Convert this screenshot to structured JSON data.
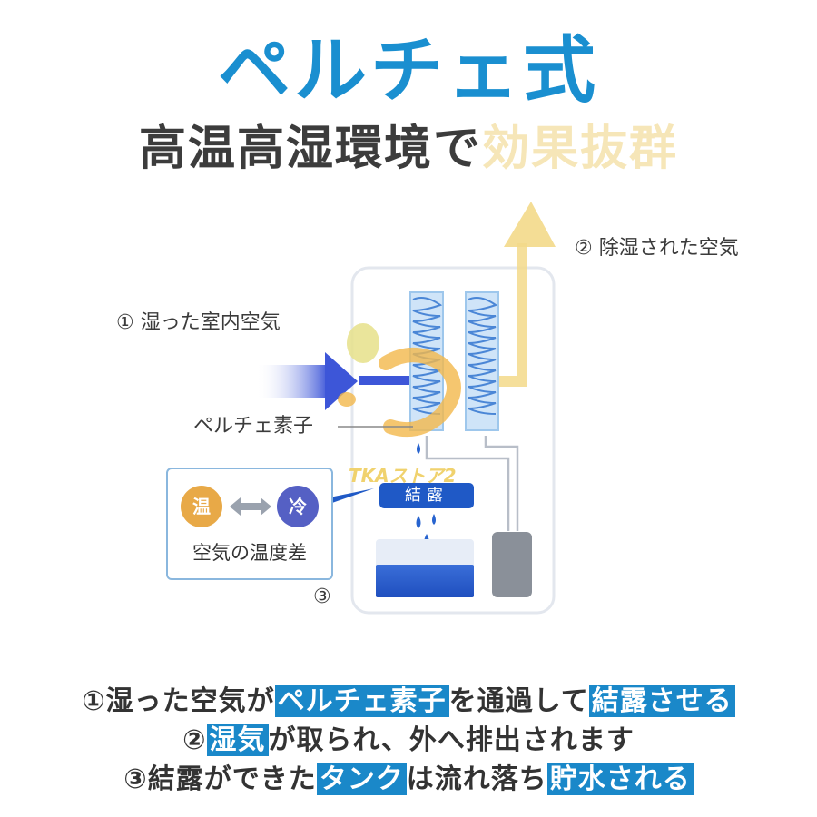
{
  "header": {
    "title": "ペルチェ式",
    "subtitle_main": "高温高湿環境で",
    "subtitle_accent": "効果抜群"
  },
  "labels": {
    "humid_air": "① 湿った室内空気",
    "dehumidified_air": "② 除湿された空気",
    "peltier_element": "ペルチェ素子",
    "condensation": "結露",
    "legend_num": "③",
    "watermark": "TKAストア2"
  },
  "legend": {
    "warm": "温",
    "cold": "冷",
    "caption": "空気の温度差"
  },
  "steps": {
    "line1": {
      "pre": "①湿った空気が",
      "hl1": "ペルチェ素子",
      "mid": "を通過して",
      "hl2": "結露させる"
    },
    "line2": {
      "pre": "②",
      "hl1": "湿気",
      "post": "が取られ、外へ排出されます"
    },
    "line3": {
      "pre": "③結露ができた",
      "hl1": "タンク",
      "mid": "は流れ落ち",
      "hl2": "貯水される"
    }
  },
  "colors": {
    "title": "#1a8fd0",
    "accent_gold": "#f6e6b8",
    "highlight": "#1a88c9",
    "condensation_bg": "#1f59c6",
    "warm": "#e8a947",
    "cold": "#5560c4",
    "airflow_out": "#f3d98a",
    "airflow_in": "#3d56d8"
  }
}
